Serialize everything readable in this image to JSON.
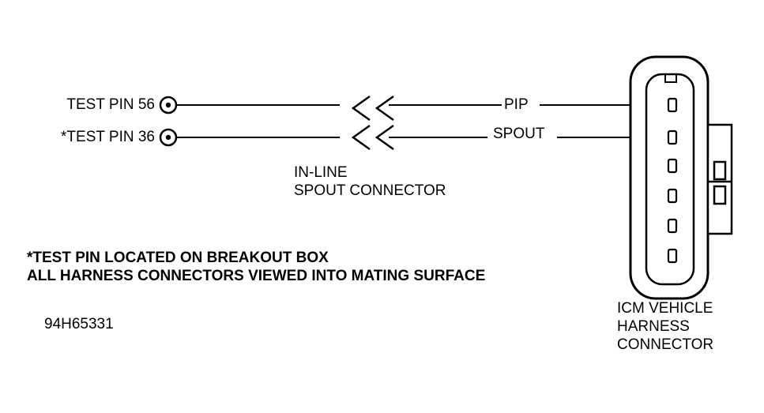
{
  "test_pins": [
    {
      "label": "TEST PIN 56"
    },
    {
      "label": "*TEST PIN 36"
    }
  ],
  "wires": [
    {
      "label": "PIP"
    },
    {
      "label": "SPOUT"
    }
  ],
  "inline_connector": {
    "line1": "IN-LINE",
    "line2": "SPOUT CONNECTOR"
  },
  "notes": {
    "line1": "*TEST PIN LOCATED ON BREAKOUT BOX",
    "line2": "ALL HARNESS CONNECTORS VIEWED INTO MATING SURFACE"
  },
  "figure_id": "94H65331",
  "harness_connector": {
    "line1": "ICM VEHICLE",
    "line2": "HARNESS",
    "line3": "CONNECTOR"
  }
}
